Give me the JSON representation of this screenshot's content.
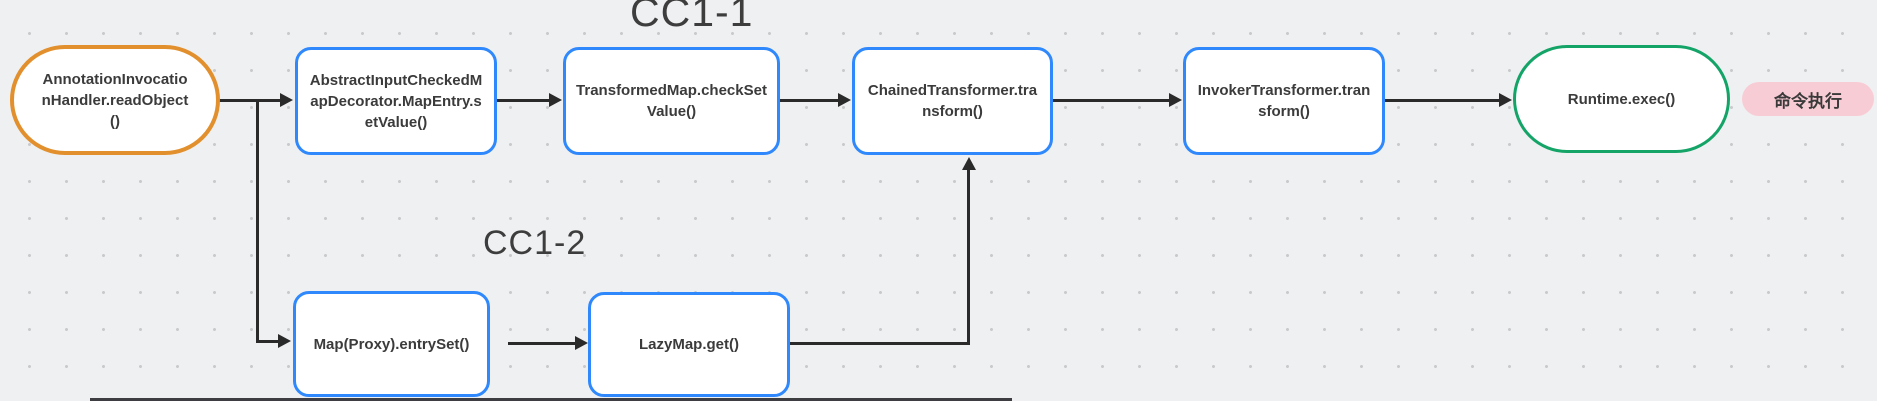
{
  "canvas": {
    "background": "#eff0f2",
    "dot_color": "#c9cacc",
    "line_color": "#2a2a2a"
  },
  "titles": {
    "cc1_1": "CC1-1",
    "cc1_2": "CC1-2"
  },
  "nodes": [
    {
      "id": "readobject",
      "label": "AnnotationInvocationHandler.readObject()",
      "shape": "pill",
      "border_color": "#e2902d"
    },
    {
      "id": "setvalue",
      "label": "AbstractInputCheckedMapDecorator.MapEntry.setValue()",
      "shape": "rect",
      "border_color": "#2f89fc"
    },
    {
      "id": "checksetvalue",
      "label": "TransformedMap.checkSetValue()",
      "shape": "rect",
      "border_color": "#2f89fc"
    },
    {
      "id": "chainedtransform",
      "label": "ChainedTransformer.transform()",
      "shape": "rect",
      "border_color": "#2f89fc"
    },
    {
      "id": "invokertransform",
      "label": "InvokerTransformer.transform()",
      "shape": "rect",
      "border_color": "#2f89fc"
    },
    {
      "id": "runtimeexec",
      "label": "Runtime.exec()",
      "shape": "pill",
      "border_color": "#14a467"
    },
    {
      "id": "proxy-entryset",
      "label": "Map(Proxy).entrySet()",
      "shape": "rect",
      "border_color": "#2f89fc"
    },
    {
      "id": "lazymap-get",
      "label": "LazyMap.get()",
      "shape": "rect",
      "border_color": "#2f89fc"
    }
  ],
  "badge": {
    "text": "命令执行",
    "background": "#f8ccd5",
    "text_color": "#3a3a3a"
  }
}
